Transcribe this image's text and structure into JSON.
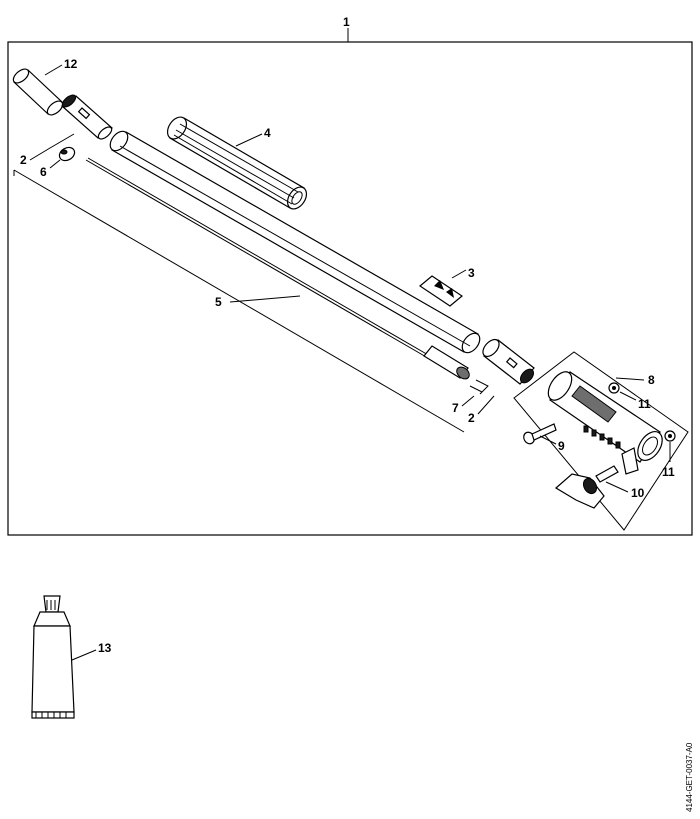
{
  "callouts": {
    "c1": "1",
    "c2a": "2",
    "c2b": "2",
    "c3": "3",
    "c4": "4",
    "c5": "5",
    "c6": "6",
    "c7": "7",
    "c8": "8",
    "c9": "9",
    "c10": "10",
    "c11a": "11",
    "c11b": "11",
    "c12": "12",
    "c13": "13"
  },
  "document_id": "4144-GET-0037-A0"
}
